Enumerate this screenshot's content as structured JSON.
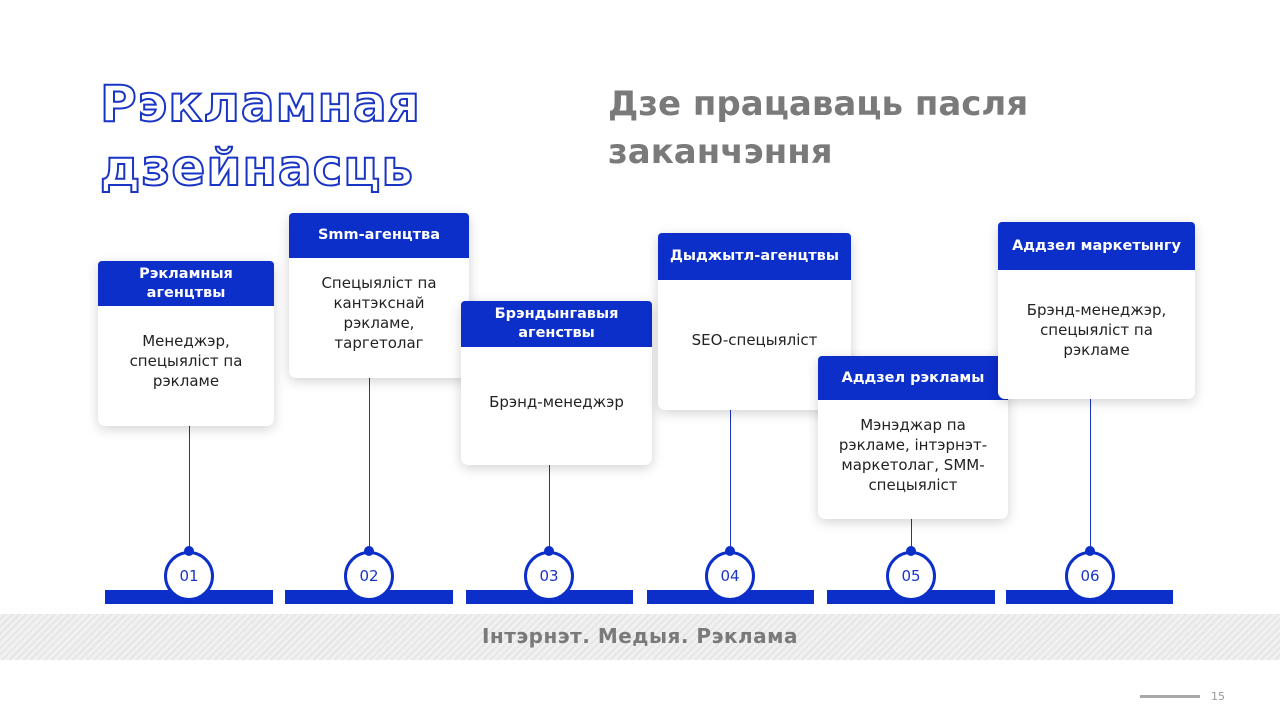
{
  "title": "Рэкламная дзейнасць",
  "subtitle": "Дзе працаваць пасля заканчэння",
  "steps": [
    {
      "number": "01",
      "heading": "Рэкламныя агенцтвы",
      "body": "Менеджэр, спецыяліст па рэкламе"
    },
    {
      "number": "02",
      "heading": "Smm-агенцтва",
      "body": "Спецыяліст па кантэкснай рэкламе, таргетолаг"
    },
    {
      "number": "03",
      "heading": "Брэндынгавыя агенствы",
      "body": "Брэнд-менеджэр"
    },
    {
      "number": "04",
      "heading": "Дыджытл-агенцтвы",
      "body": "SEO-спецыяліст"
    },
    {
      "number": "05",
      "heading": "Аддзел рэкламы",
      "body": "Мэнэджар па рэкламе, інтэрнэт-маркетолаг, SMM-спецыяліст"
    },
    {
      "number": "06",
      "heading": "Аддзел маркетынгу",
      "body": "Брэнд-менеджэр, спецыяліст па рэкламе"
    }
  ],
  "footer": "Інтэрнэт. Медыя. Рэклама",
  "page_number": "15",
  "colors": {
    "accent": "#0c2ec9",
    "gray_text": "#7a7a7a"
  }
}
